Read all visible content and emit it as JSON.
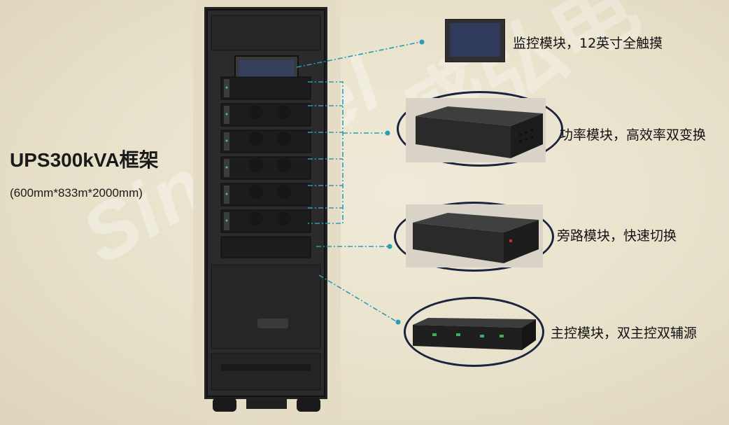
{
  "watermark": {
    "brand": "Sinexcel",
    "cn": "盛弘电气"
  },
  "product": {
    "title": "UPS300kVA框架",
    "dimensions": "(600mm*833m*2000mm)"
  },
  "callouts": [
    {
      "icon": "touchscreen-monitor-icon",
      "label": "监控模块，12英寸全触摸"
    },
    {
      "icon": "power-module-icon",
      "label": "功率模块，高效率双变换"
    },
    {
      "icon": "bypass-module-icon",
      "label": "旁路模块，快速切换"
    },
    {
      "icon": "main-control-module-icon",
      "label": "主控模块，双主控双辅源"
    }
  ],
  "colors": {
    "background": "#e9e3cf",
    "rack": "#1e1e1e",
    "ellipse_border": "#1b2340",
    "connector": "#2a9db5",
    "text": "#111111"
  }
}
